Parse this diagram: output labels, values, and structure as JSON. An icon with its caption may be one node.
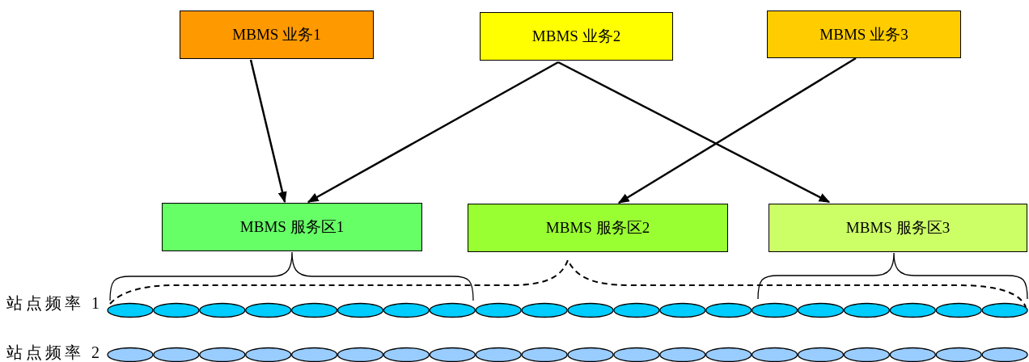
{
  "diagram": {
    "nodes": [
      {
        "text": [
          "MBMS 业务1"
        ]
      },
      {
        "text": [
          "MBMS 业务2"
        ]
      },
      {
        "text": [
          "MBMS 业务3"
        ]
      },
      {
        "text": [
          "MBMS 服务区1"
        ]
      },
      {
        "text": [
          "MBMS 服务区2"
        ]
      },
      {
        "text": [
          "MBMS 服务区3"
        ]
      }
    ],
    "edges": [
      {
        "from": 0,
        "to": 3,
        "arrow": "to"
      },
      {
        "from": 1,
        "to": 3,
        "arrow": "to"
      },
      {
        "from": 1,
        "to": 5,
        "arrow": "to"
      },
      {
        "from": 2,
        "to": 4,
        "arrow": "to"
      }
    ],
    "labels": [
      "站点频率 1",
      "站点频率 2"
    ]
  }
}
